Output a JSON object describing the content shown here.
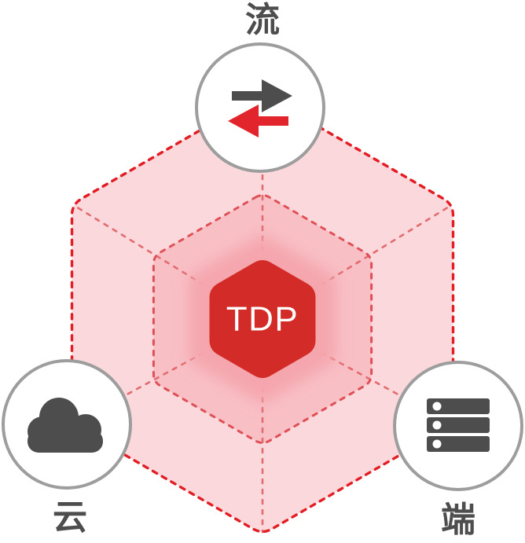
{
  "diagram": {
    "type": "hexagonal-architecture-diagram",
    "core": {
      "label": "TDP",
      "shape": "red-rounded-hexagon"
    },
    "nodes": [
      {
        "id": "flow",
        "label": "流",
        "icon": "transfer-arrows-icon",
        "position": "top"
      },
      {
        "id": "cloud",
        "label": "云",
        "icon": "cloud-icon",
        "position": "bottom-left"
      },
      {
        "id": "endpoint",
        "label": "端",
        "icon": "server-icon",
        "position": "bottom-right"
      }
    ],
    "rings": {
      "count": 2,
      "style": "dashed red borders, rounded hexagons, six spokes connecting core to outer vertices"
    },
    "colors": {
      "background": "#ffffff",
      "outer_ring_fill": "#fbd8db",
      "inner_ring_fill": "#f8bfc5",
      "core_glow": "#f5a6ad",
      "core_red": "#d32b28",
      "outer_border": "#e21d24",
      "inner_border": "#df4f56",
      "spoke": "#e26b70",
      "circle_border": "#9d9d9d",
      "circle_fill": "#ffffff",
      "icon_gray": "#4d4d4d",
      "arrow_red": "#e2242c",
      "label_color": "#4d4d4d",
      "core_label_color": "#ffffff"
    }
  }
}
